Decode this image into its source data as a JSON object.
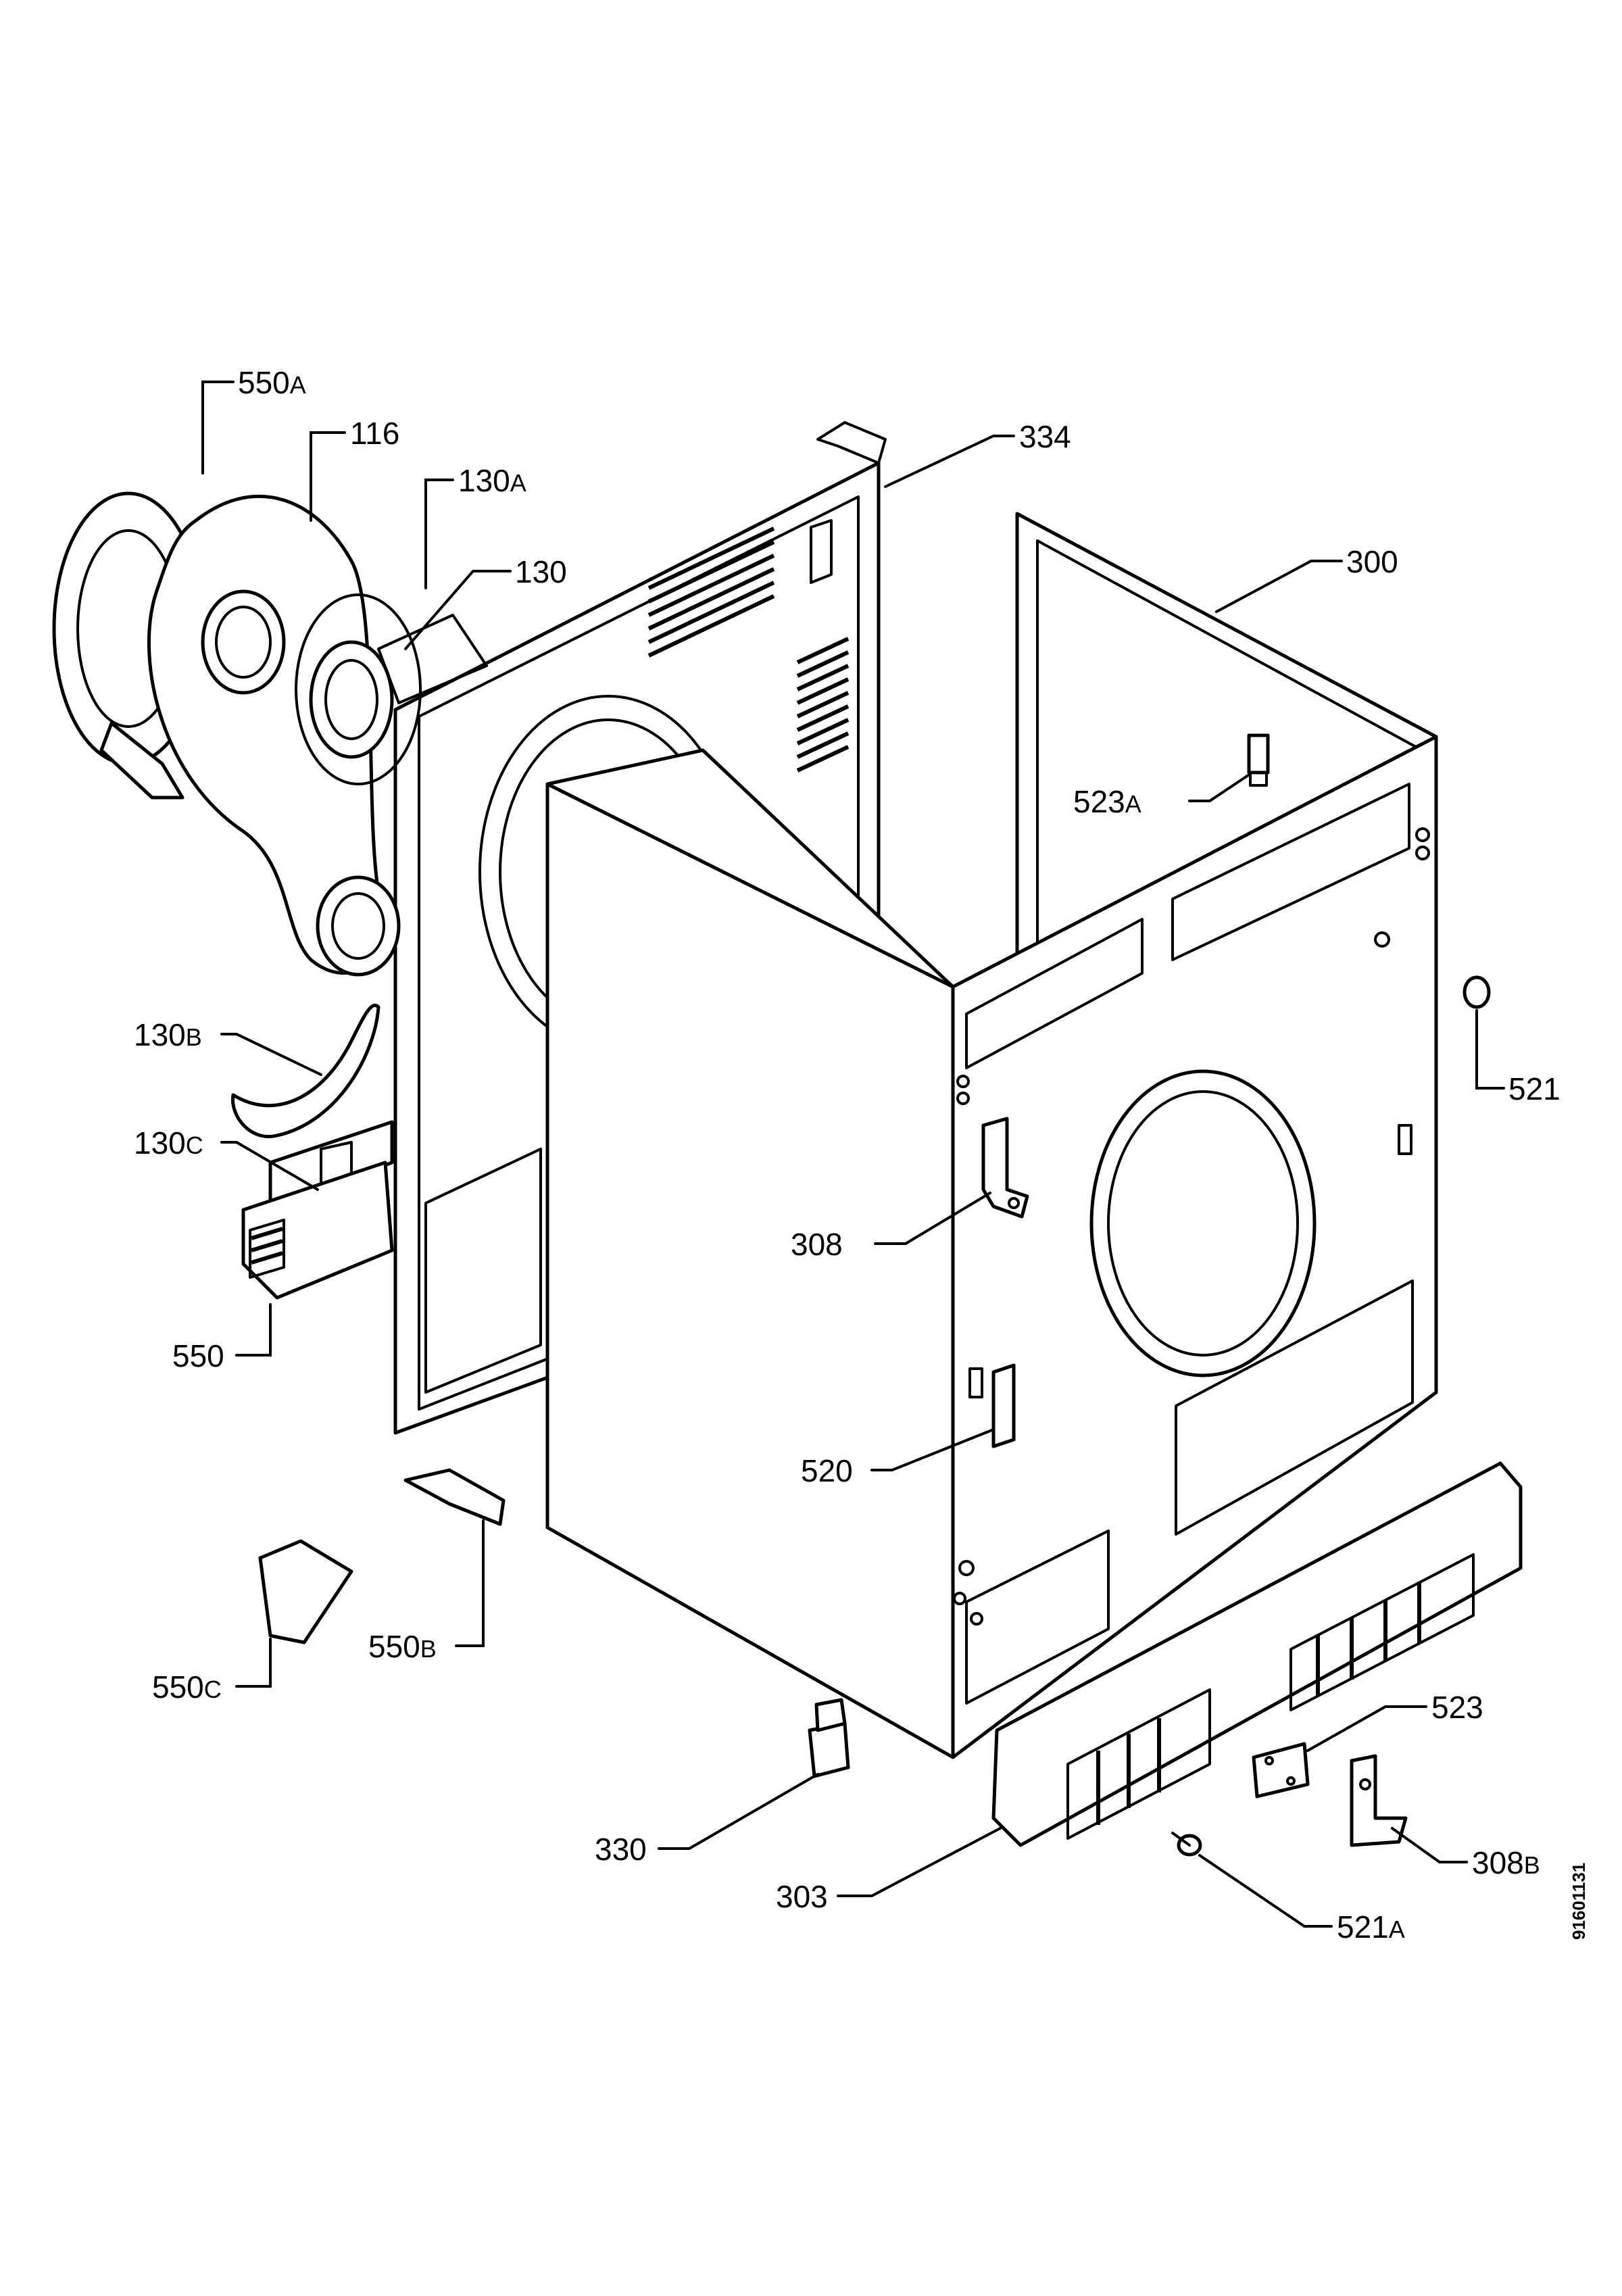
{
  "document_number": "91601131",
  "callouts": [
    {
      "id": "550A",
      "main": "550",
      "suffix": "A"
    },
    {
      "id": "116",
      "main": "116",
      "suffix": ""
    },
    {
      "id": "130A",
      "main": "130",
      "suffix": "A"
    },
    {
      "id": "130",
      "main": "130",
      "suffix": ""
    },
    {
      "id": "334",
      "main": "334",
      "suffix": ""
    },
    {
      "id": "300",
      "main": "300",
      "suffix": ""
    },
    {
      "id": "523A",
      "main": "523",
      "suffix": "A"
    },
    {
      "id": "521",
      "main": "521",
      "suffix": ""
    },
    {
      "id": "130B",
      "main": "130",
      "suffix": "B"
    },
    {
      "id": "130C",
      "main": "130",
      "suffix": "C"
    },
    {
      "id": "308",
      "main": "308",
      "suffix": ""
    },
    {
      "id": "550",
      "main": "550",
      "suffix": ""
    },
    {
      "id": "520",
      "main": "520",
      "suffix": ""
    },
    {
      "id": "550B",
      "main": "550",
      "suffix": "B"
    },
    {
      "id": "550C",
      "main": "550",
      "suffix": "C"
    },
    {
      "id": "523",
      "main": "523",
      "suffix": ""
    },
    {
      "id": "330",
      "main": "330",
      "suffix": ""
    },
    {
      "id": "308B",
      "main": "308",
      "suffix": "B"
    },
    {
      "id": "303",
      "main": "303",
      "suffix": ""
    },
    {
      "id": "521A",
      "main": "521",
      "suffix": "A"
    }
  ]
}
